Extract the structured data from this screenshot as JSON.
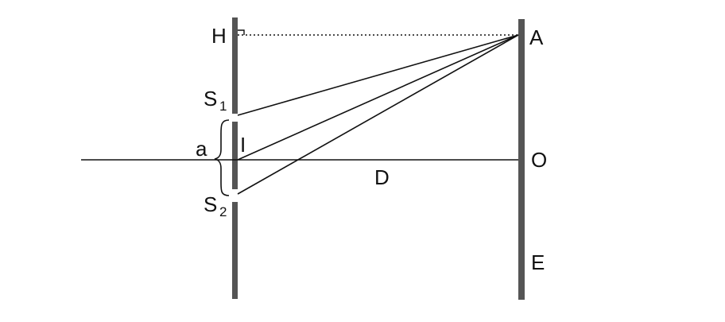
{
  "labels": {
    "H": "H",
    "A": "A",
    "S1_main": "S",
    "S1_sub": "1",
    "S2_main": "S",
    "S2_sub": "2",
    "a": "a",
    "I": "I",
    "D": "D",
    "O": "O",
    "E": "E"
  },
  "colors": {
    "barrier": "#555555",
    "line": "#111111"
  }
}
